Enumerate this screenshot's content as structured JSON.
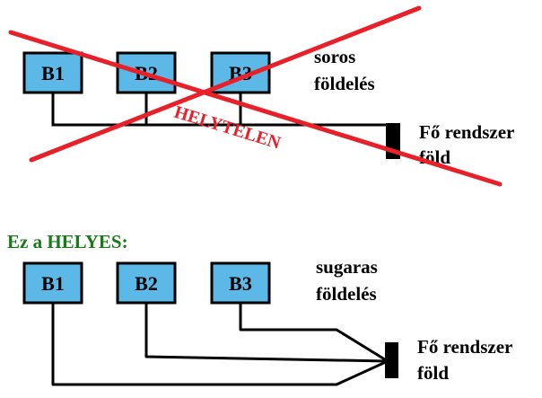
{
  "top": {
    "boxes": [
      "B1",
      "B2",
      "B3"
    ],
    "label_line1": "soros",
    "label_line2": "földelés",
    "ground_line1": "Fő rendszer",
    "ground_line2": "föld",
    "wrong_label": "HELYTELEN"
  },
  "bottom": {
    "heading": "Ez a HELYES:",
    "boxes": [
      "B1",
      "B2",
      "B3"
    ],
    "label_line1": "sugaras",
    "label_line2": "földelés",
    "ground_line1": "Fő rendszer",
    "ground_line2": "föld"
  },
  "colors": {
    "box_fill": "#5cb8e6",
    "cross": "#e8202a",
    "heading": "#1a7a1a"
  }
}
